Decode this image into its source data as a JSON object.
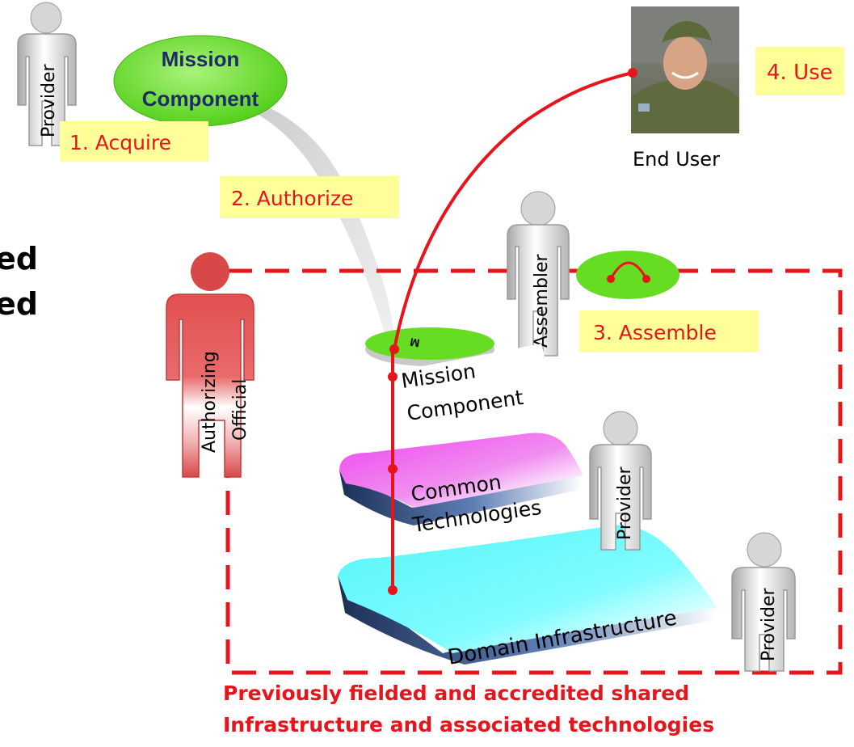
{
  "colors": {
    "red": "#e8141b",
    "green": "#66dd22",
    "magenta": "#ee55ee",
    "cyan": "#66ffff",
    "note_yellow": "#ffff99",
    "gray_person": "#c9c9c9",
    "red_person": "#e05656"
  },
  "left_clipped_text": {
    "line1": "ed",
    "line2": "ed"
  },
  "steps": {
    "acquire": "1. Acquire",
    "authorize": "2. Authorize",
    "assemble": "3. Assemble",
    "use": "4. Use"
  },
  "nodes": {
    "mission_component_bubble": {
      "line1": "Mission",
      "line2": "Component"
    },
    "mission_component_layer": {
      "line1": "Mission",
      "line2": "Component",
      "badge": "M"
    },
    "common_technologies": {
      "line1": "Common",
      "line2": "Technologies"
    },
    "domain_infrastructure": {
      "label": "Domain Infrastructure"
    }
  },
  "people": {
    "provider_top": "Provider",
    "assembler": "Assembler",
    "authorizing_official": {
      "line1": "Authorizing",
      "line2": "Official"
    },
    "provider_common": "Provider",
    "provider_domain": "Provider",
    "end_user": "End User"
  },
  "footer": {
    "line1": "Previously fielded and accredited shared",
    "line2": "Infrastructure and associated technologies"
  }
}
